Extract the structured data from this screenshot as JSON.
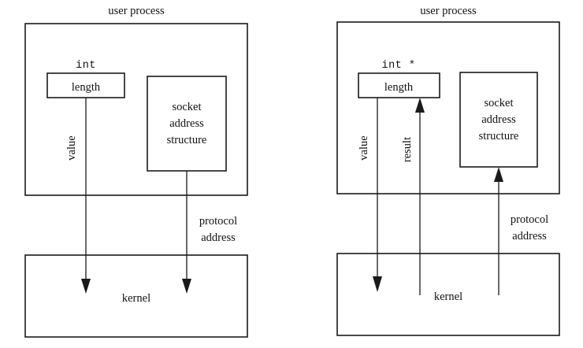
{
  "figure": {
    "title": "",
    "type": "diagram",
    "description": "value-result argument diagram: left panel shows an int length passed by value; right panel shows an int * length passed as a value-result argument",
    "colors": {
      "stroke": "#1a1a1a",
      "text": "#111111",
      "background": "#ffffff"
    }
  },
  "panels": [
    {
      "id": "left",
      "user_process_label": "user process",
      "kernel_label": "kernel",
      "length_type_label": "int",
      "length_box_label": "length",
      "socket_box_label_lines": [
        "socket",
        "address",
        "structure"
      ],
      "edges": [
        {
          "name": "value",
          "label": "value",
          "direction": "down"
        },
        {
          "name": "protocol-address",
          "label": "protocol\naddress",
          "label_line1": "protocol",
          "label_line2": "address",
          "direction": "down"
        }
      ]
    },
    {
      "id": "right",
      "user_process_label": "user process",
      "kernel_label": "kernel",
      "length_type_label": "int *",
      "length_box_label": "length",
      "socket_box_label_lines": [
        "socket",
        "address",
        "structure"
      ],
      "edges": [
        {
          "name": "value",
          "label": "value",
          "direction": "down"
        },
        {
          "name": "result",
          "label": "result",
          "direction": "up"
        },
        {
          "name": "protocol-address",
          "label": "protocol\naddress",
          "label_line1": "protocol",
          "label_line2": "address",
          "direction": "up"
        }
      ]
    }
  ]
}
